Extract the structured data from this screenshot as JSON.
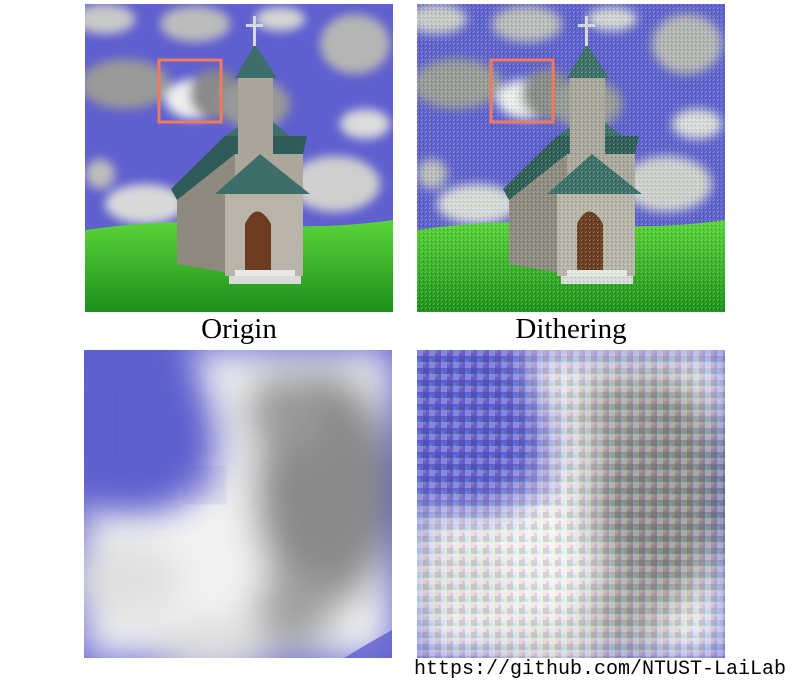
{
  "labels": {
    "origin": "Origin",
    "dithering": "Dithering"
  },
  "footer": {
    "url": "https://github.com/NTUST-LaiLab"
  },
  "colors": {
    "sky": "#5f5fcf",
    "grass": "#2fb52a",
    "stone": "#a9a49b",
    "roof": "#3d6e6a",
    "highlight_box": "#f07a5f"
  },
  "icons": {
    "cross": "cross-icon"
  }
}
